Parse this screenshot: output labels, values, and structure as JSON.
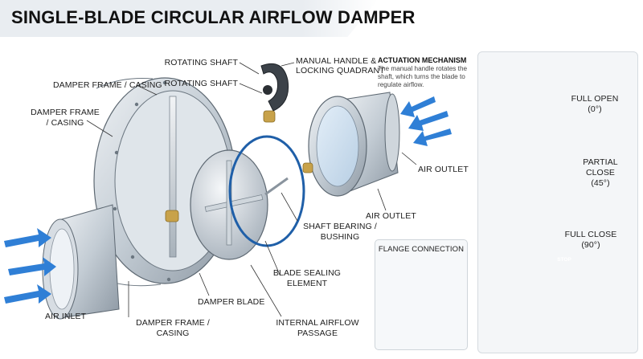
{
  "title": "SINGLE-BLADE CIRCULAR AIRFLOW DAMPER",
  "labels": {
    "rotating_shaft_top": "ROTATING SHAFT",
    "rotating_shaft_mid": "ROTATING SHAFT",
    "manual_handle_line1": "MANUAL HANDLE &",
    "manual_handle_line2": "LOCKING QUADRANT",
    "damper_frame_top": "DAMPER FRAME / CASING",
    "damper_frame_left_line1": "DAMPER FRAME",
    "damper_frame_left_line2": "/ CASING",
    "damper_frame_bottom_line1": "DAMPER FRAME /",
    "damper_frame_bottom_line2": "CASING",
    "air_inlet": "AIR INLET",
    "damper_blade": "DAMPER BLADE",
    "blade_seal_line1": "BLADE SEALING",
    "blade_seal_line2": "ELEMENT",
    "internal_passage_line1": "INTERNAL AIRFLOW",
    "internal_passage_line2": "PASSAGE",
    "shaft_bearing_line1": "SHAFT BEARING /",
    "shaft_bearing_line2": "BUSHING",
    "air_outlet_mid": "AIR OUTLET",
    "air_outlet_right": "AIR OUTLET"
  },
  "actuation": {
    "heading": "ACTUATION MECHANISM",
    "text": "The manual handle rotates the shaft, which turns the blade to regulate airflow."
  },
  "flange": {
    "heading": "FLANGE CONNECTION"
  },
  "positions_panel": {
    "full_open_line1": "FULL OPEN",
    "full_open_line2": "(0°)",
    "partial_line1": "PARTIAL",
    "partial_line2": "CLOSE",
    "partial_line3": "(45°)",
    "full_close_line1": "FULL CLOSE",
    "full_close_line2": "(90°)",
    "stop_sign": "STOP"
  },
  "colors": {
    "arrow_blue": "#2f7fd6",
    "metal": "#c9d1d9",
    "seal_ring": "#1f5fa8",
    "bushing": "#c8a24a",
    "stop_red": "#d62b2b"
  }
}
